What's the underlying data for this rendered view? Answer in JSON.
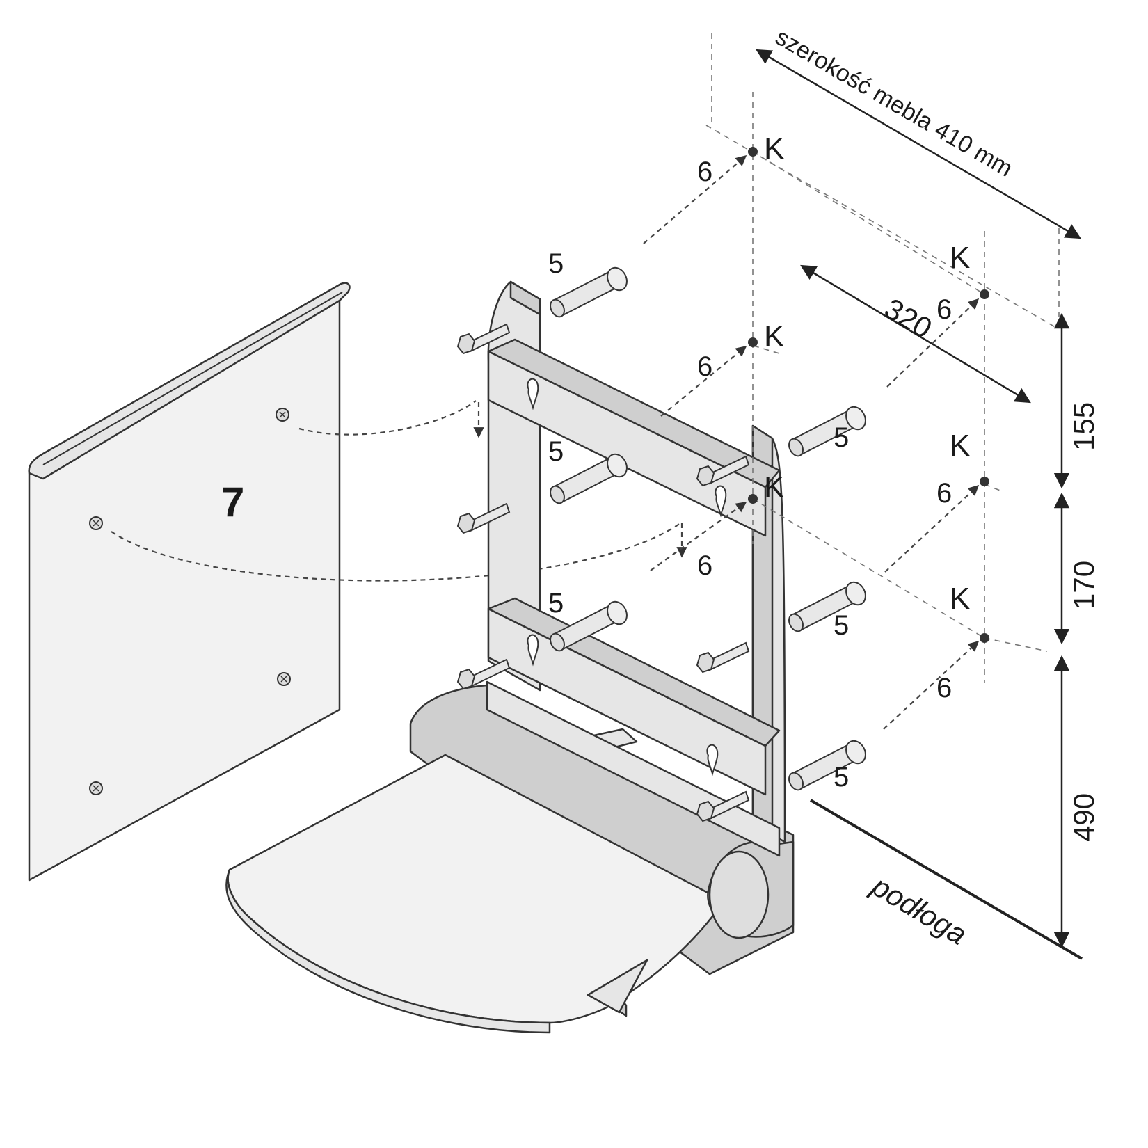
{
  "labels": {
    "width": "szerokość mebla 410 mm",
    "d320": "320",
    "d155": "155",
    "d170": "170",
    "d490": "490",
    "floor": "podłoga",
    "panel": "7",
    "k": "K",
    "screw": "6",
    "dowel": "5"
  },
  "colors": {
    "part_fill": "#e6e6e6",
    "line": "#333333"
  }
}
